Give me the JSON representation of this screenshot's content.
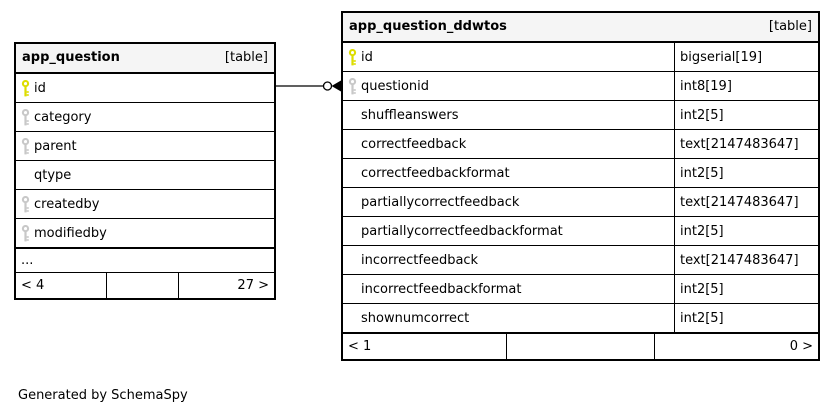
{
  "page": {
    "generated_by": "Generated by SchemaSpy"
  },
  "colors": {
    "primary_key": "#dddd00",
    "foreign_key": "#c8c8c8",
    "header_bg": "#f5f5f5",
    "border": "#000000",
    "background": "#ffffff"
  },
  "tables": [
    {
      "name": "app_question",
      "badge": "[table]",
      "columns": [
        {
          "name": "id",
          "key": "primary"
        },
        {
          "name": "category",
          "key": "foreign"
        },
        {
          "name": "parent",
          "key": "foreign"
        },
        {
          "name": "qtype",
          "key": "none"
        },
        {
          "name": "createdby",
          "key": "foreign"
        },
        {
          "name": "modifiedby",
          "key": "foreign"
        }
      ],
      "ellipsis": "...",
      "footer": {
        "left": "< 4",
        "middle": "",
        "right": "27 >"
      }
    },
    {
      "name": "app_question_ddwtos",
      "badge": "[table]",
      "columns": [
        {
          "name": "id",
          "key": "primary",
          "type": "bigserial[19]"
        },
        {
          "name": "questionid",
          "key": "foreign",
          "type": "int8[19]"
        },
        {
          "name": "shuffleanswers",
          "key": "none",
          "type": "int2[5]"
        },
        {
          "name": "correctfeedback",
          "key": "none",
          "type": "text[2147483647]"
        },
        {
          "name": "correctfeedbackformat",
          "key": "none",
          "type": "int2[5]"
        },
        {
          "name": "partiallycorrectfeedback",
          "key": "none",
          "type": "text[2147483647]"
        },
        {
          "name": "partiallycorrectfeedbackformat",
          "key": "none",
          "type": "int2[5]"
        },
        {
          "name": "incorrectfeedback",
          "key": "none",
          "type": "text[2147483647]"
        },
        {
          "name": "incorrectfeedbackformat",
          "key": "none",
          "type": "int2[5]"
        },
        {
          "name": "shownumcorrect",
          "key": "none",
          "type": "int2[5]"
        }
      ],
      "footer": {
        "left": "< 1",
        "middle": "",
        "right": "0 >"
      }
    }
  ],
  "relationship": {
    "from_table": "app_question",
    "from_column": "id",
    "to_table": "app_question_ddwtos",
    "to_column": "questionid",
    "end_glyph": "circle-crowfoot"
  }
}
